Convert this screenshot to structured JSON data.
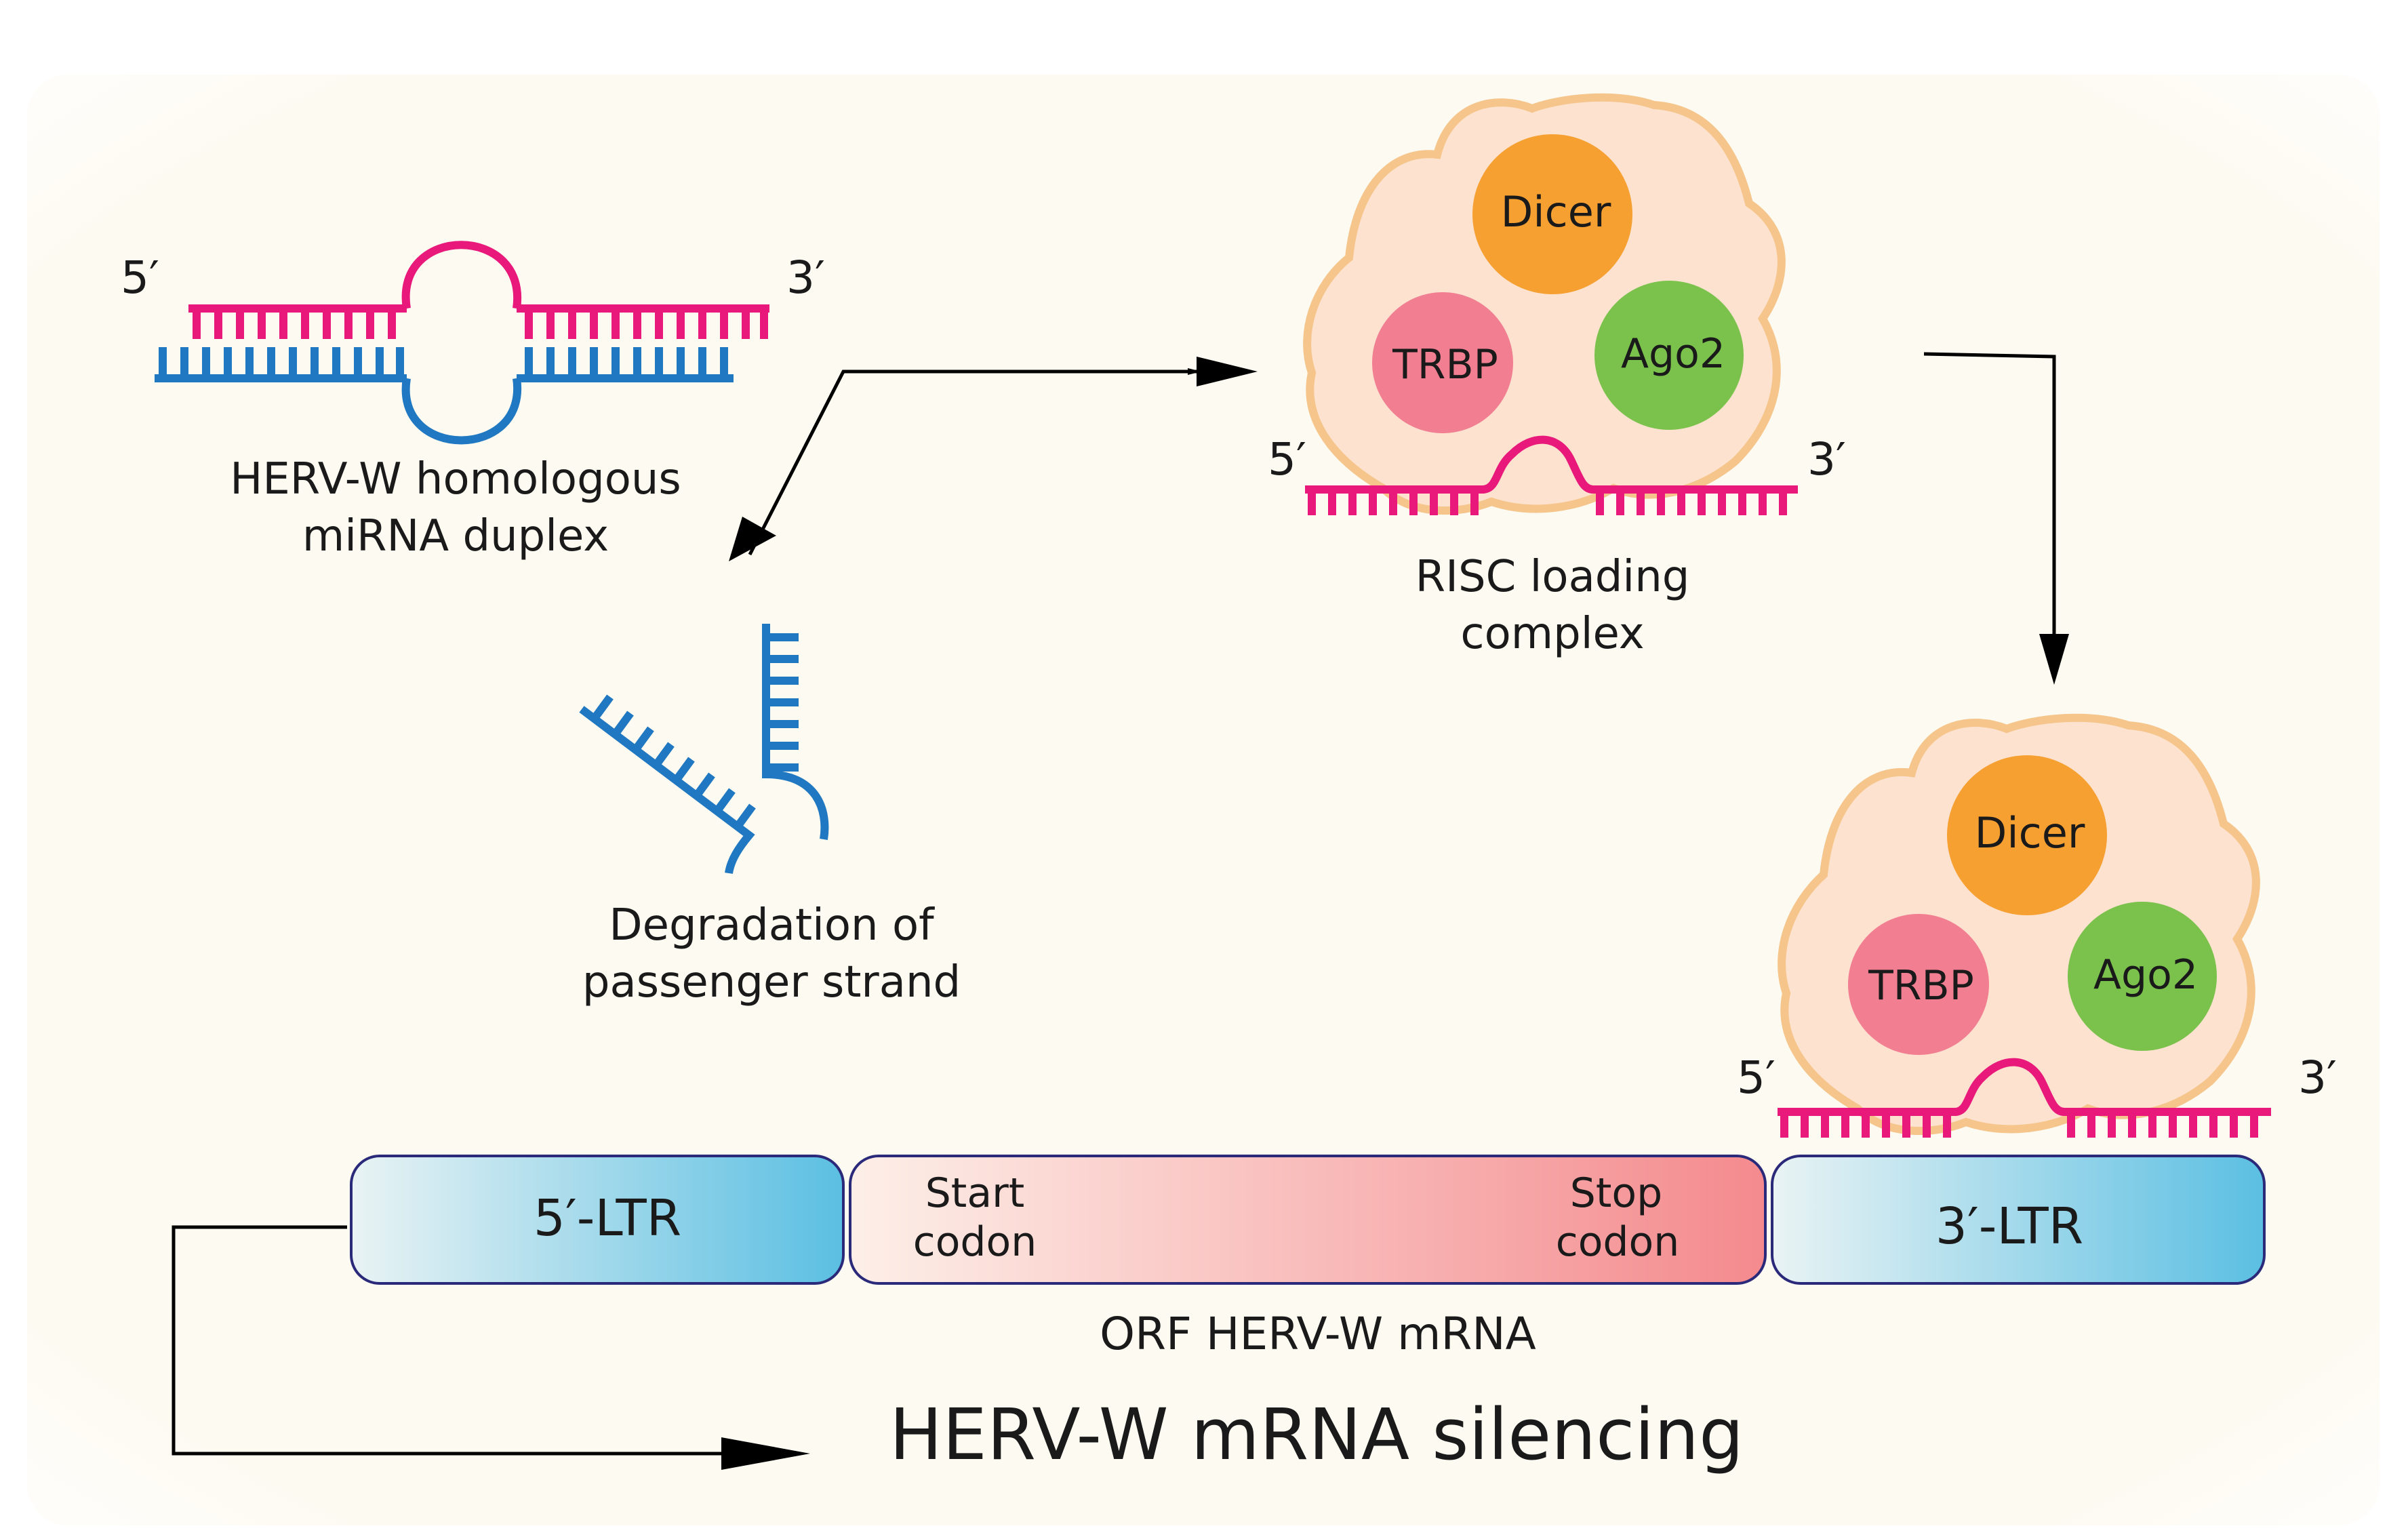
{
  "colors": {
    "background": "#fdfaf1",
    "pink_strand": "#e8197a",
    "blue_strand": "#1f78c1",
    "complex_fill": "#fde0cc",
    "complex_border": "#f5c58b",
    "dicer": "#f7a032",
    "trbp": "#f27e92",
    "ago2": "#7bc24d",
    "ltr_gradient_start": "#e9f3f4",
    "ltr_gradient_end": "#5bbfe2",
    "orf_gradient_start": "#fdefe8",
    "orf_gradient_end": "#f48a8e",
    "box_border": "#2b2a7a"
  },
  "duplex": {
    "five_prime": "5′",
    "three_prime": "3′",
    "caption_line1": "HERV-W homologous",
    "caption_line2": "miRNA duplex"
  },
  "degradation": {
    "caption_line1": "Degradation of",
    "caption_line2": "passenger strand"
  },
  "risc_top": {
    "dicer": "Dicer",
    "trbp": "TRBP",
    "ago2": "Ago2",
    "five_prime": "5′",
    "three_prime": "3′",
    "caption_line1": "RISC loading",
    "caption_line2": "complex"
  },
  "risc_bottom": {
    "dicer": "Dicer",
    "trbp": "TRBP",
    "ago2": "Ago2",
    "five_prime": "5′",
    "three_prime": "3′"
  },
  "mrna": {
    "ltr5": "5′-LTR",
    "start_line1": "Start",
    "start_line2": "codon",
    "stop_line1": "Stop",
    "stop_line2": "codon",
    "ltr3": "3′-LTR",
    "caption": "ORF HERV-W mRNA"
  },
  "result": {
    "title": "HERV-W mRNA silencing"
  }
}
